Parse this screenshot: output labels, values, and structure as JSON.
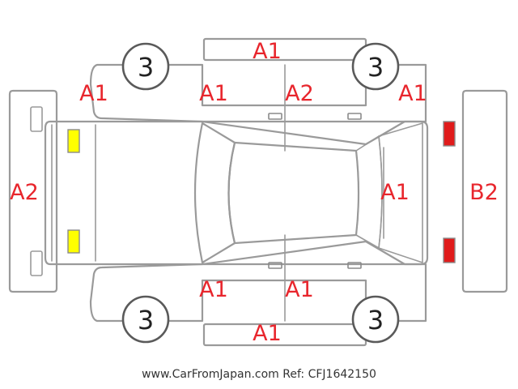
{
  "colors": {
    "damage_code": "#e8262d",
    "fog_lamp": "#ffff00",
    "tail_lamp": "#e01b1b",
    "outline": "#9a9a9a"
  },
  "wheels": {
    "front_left": "3",
    "rear_left": "3",
    "front_right": "3",
    "rear_right": "3"
  },
  "damage_codes": {
    "roof_top_bar": "A1",
    "left_front_fender": "A1",
    "left_front_door": "A1",
    "left_rear_door": "A2",
    "left_rear_quarter": "A1",
    "front_bumper": "A2",
    "rear_hatch": "A1",
    "rear_bumper": "B2",
    "right_front_door": "A1",
    "right_rear_door": "A1",
    "bottom_bar": "A1"
  },
  "footer": {
    "credit": "www.CarFromJapan.com Ref: CFJ1642150"
  }
}
